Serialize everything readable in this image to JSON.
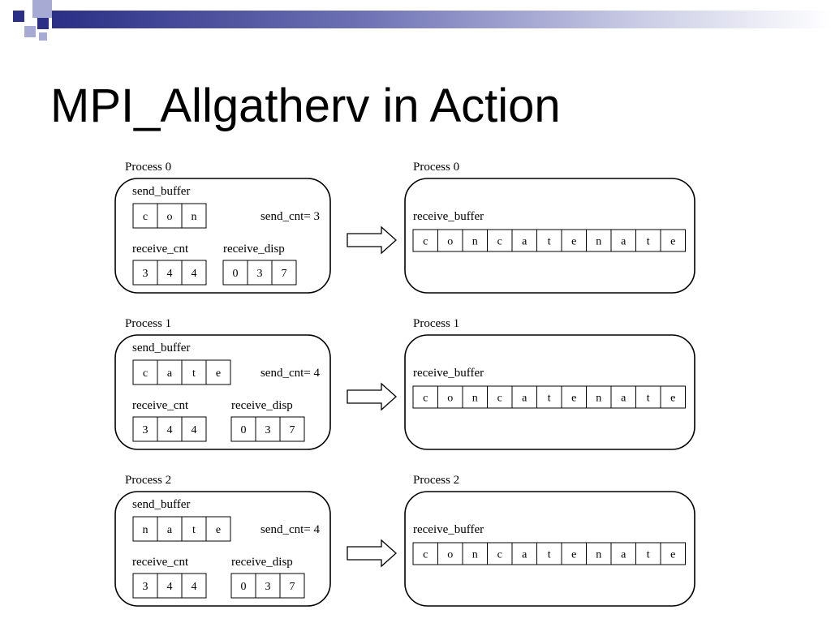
{
  "slide": {
    "title": "MPI_Allgatherv in Action"
  },
  "colors": {
    "band_dark": "#2b2f86",
    "band_mid": "#6e72b4",
    "band_light": "#c9cbe4",
    "square_dark": "#2b2f86",
    "square_light": "#a7aad2"
  },
  "labels": {
    "send_buffer": "send_buffer",
    "receive_cnt": "receive_cnt",
    "receive_disp": "receive_disp",
    "receive_buffer": "receive_buffer"
  },
  "processes": [
    {
      "name": "Process 0",
      "send_buffer": [
        "c",
        "o",
        "n"
      ],
      "send_cnt_text": "send_cnt= 3",
      "receive_cnt": [
        "3",
        "4",
        "4"
      ],
      "receive_disp": [
        "0",
        "3",
        "7"
      ],
      "receive_buffer": [
        "c",
        "o",
        "n",
        "c",
        "a",
        "t",
        "e",
        "n",
        "a",
        "t",
        "e"
      ]
    },
    {
      "name": "Process 1",
      "send_buffer": [
        "c",
        "a",
        "t",
        "e"
      ],
      "send_cnt_text": "send_cnt= 4",
      "receive_cnt": [
        "3",
        "4",
        "4"
      ],
      "receive_disp": [
        "0",
        "3",
        "7"
      ],
      "receive_buffer": [
        "c",
        "o",
        "n",
        "c",
        "a",
        "t",
        "e",
        "n",
        "a",
        "t",
        "e"
      ]
    },
    {
      "name": "Process 2",
      "send_buffer": [
        "n",
        "a",
        "t",
        "e"
      ],
      "send_cnt_text": "send_cnt= 4",
      "receive_cnt": [
        "3",
        "4",
        "4"
      ],
      "receive_disp": [
        "0",
        "3",
        "7"
      ],
      "receive_buffer": [
        "c",
        "o",
        "n",
        "c",
        "a",
        "t",
        "e",
        "n",
        "a",
        "t",
        "e"
      ]
    }
  ]
}
